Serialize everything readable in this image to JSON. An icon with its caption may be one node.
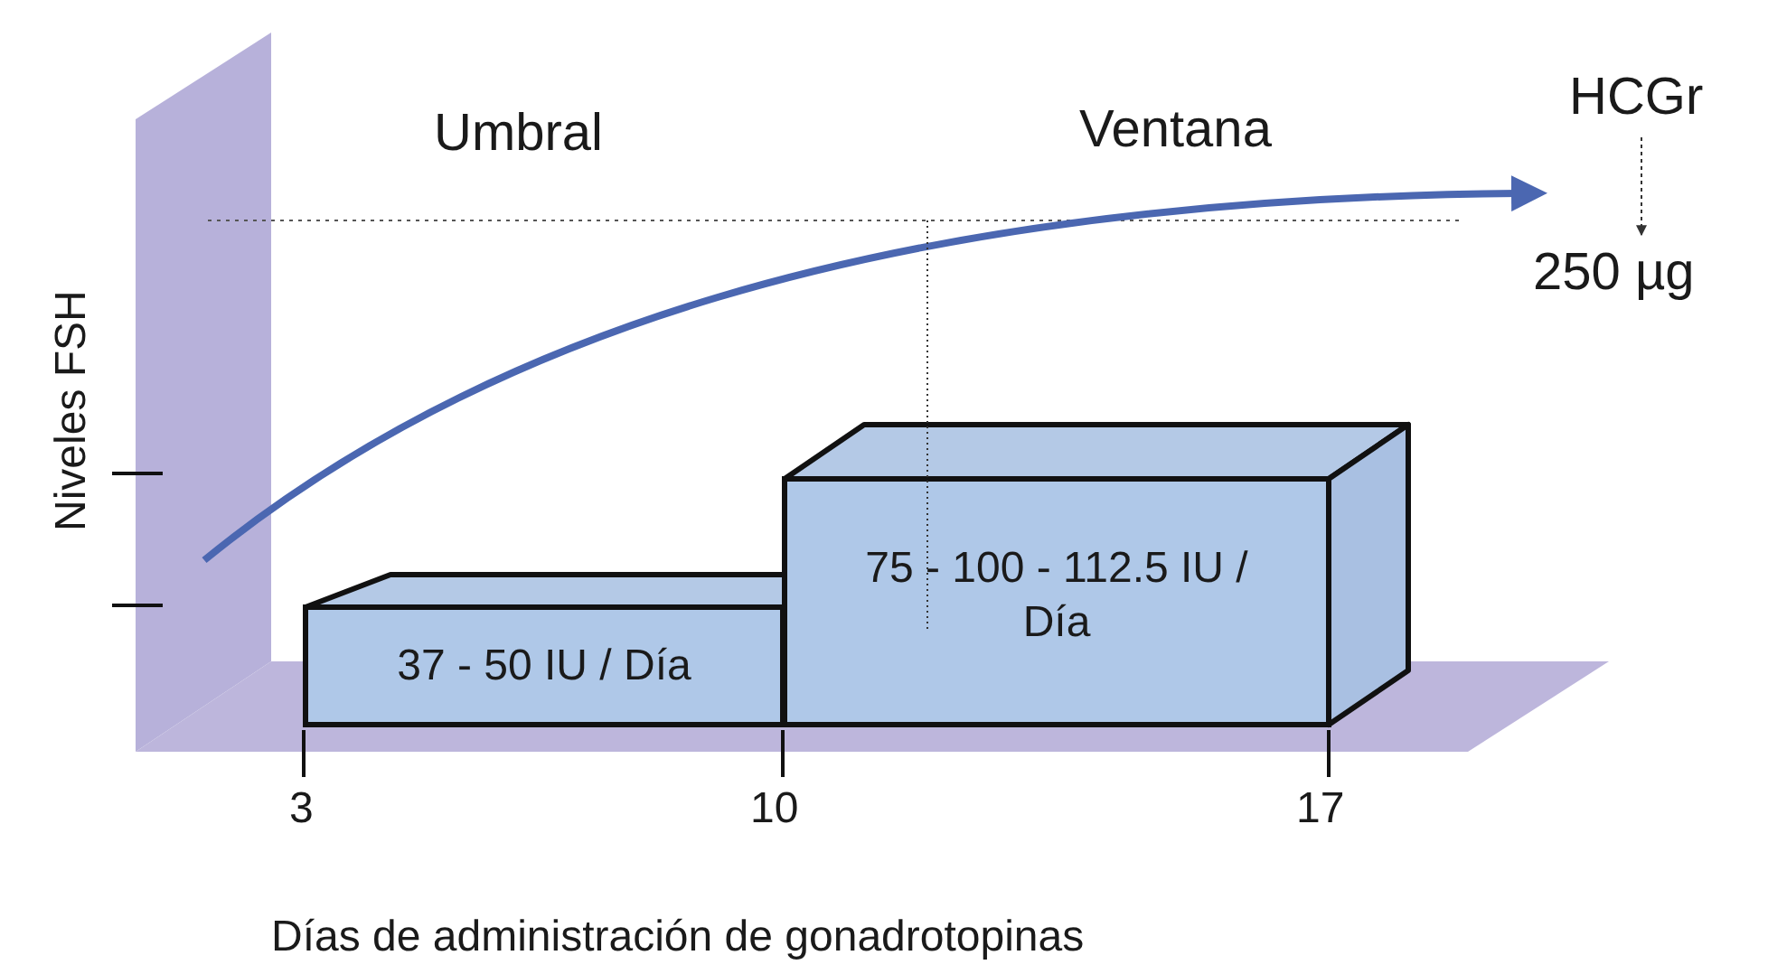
{
  "diagram": {
    "nodes": [
      {
        "text": [
          "37 - 50 IU / Día"
        ]
      },
      {
        "text": [
          "75 - 100 - 112.5 IU / Día"
        ]
      },
      {
        "text": [
          "HCGr"
        ]
      },
      {
        "text": [
          "250 µg"
        ]
      }
    ],
    "edges": [
      {
        "from": 2,
        "to": 3,
        "arrow": "to",
        "style": "dashed"
      }
    ],
    "labels": [
      "Umbral",
      "Ventana",
      "Niveles FSH",
      "3",
      "10",
      "17",
      "Días de administración de gonadrotopinas"
    ]
  }
}
